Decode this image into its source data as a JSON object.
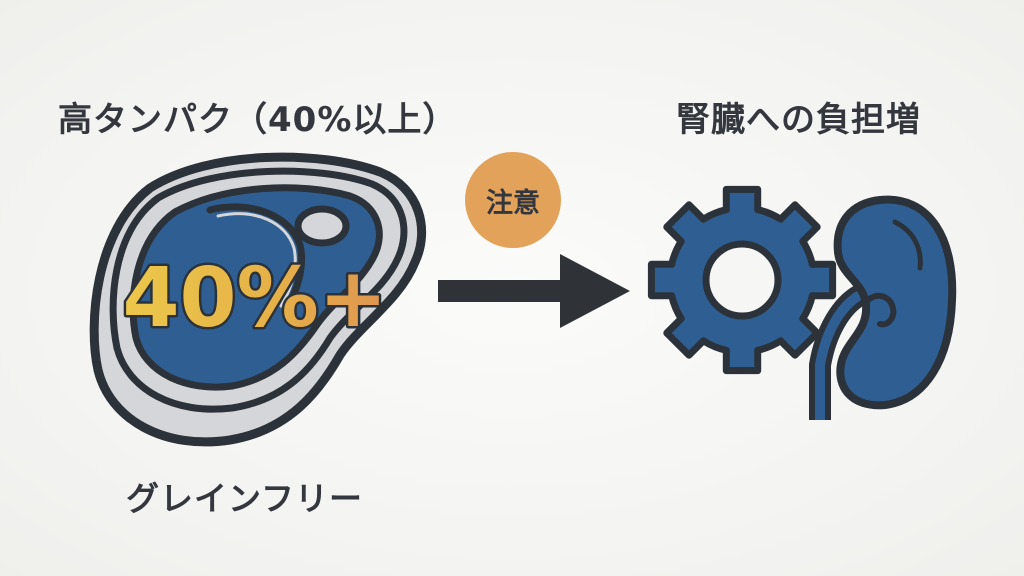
{
  "left": {
    "title": "高タンパク（40%以上）",
    "badge_text": "40%+",
    "caption": "グレインフリー"
  },
  "middle": {
    "badge": "注意",
    "arrow_icon": "arrow-right-icon"
  },
  "right": {
    "title": "腎臓への負担増",
    "icons": [
      "gear-icon",
      "kidney-icon"
    ]
  },
  "colors": {
    "navy": "#2f5f92",
    "outline": "#2c323a",
    "meat_rim": "#d4d6d9",
    "accent_orange": "#e3a25a",
    "text_gold": "#e8bd45"
  }
}
